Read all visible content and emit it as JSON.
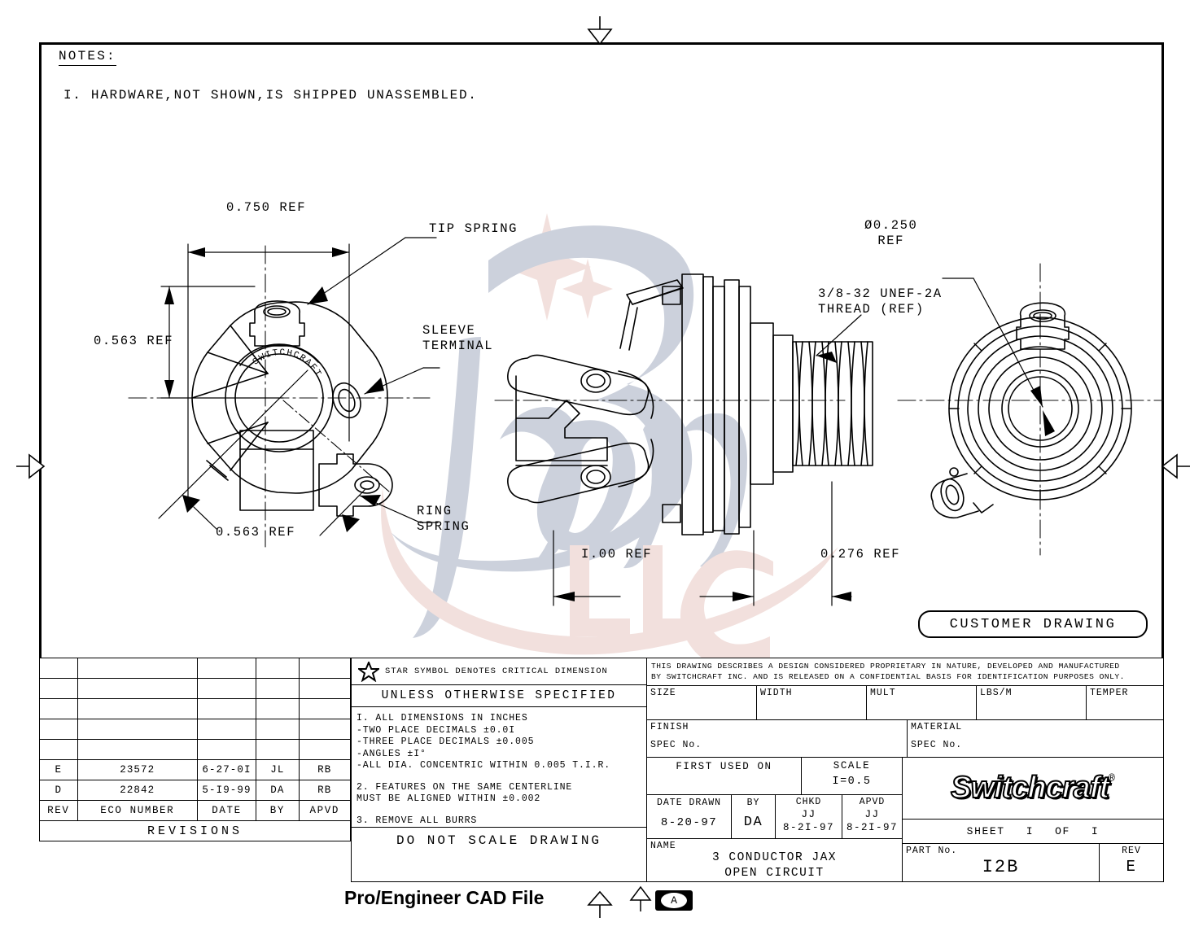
{
  "sheet": {
    "notes_heading": "NOTES:",
    "notes": [
      "I. HARDWARE,NOT SHOWN,IS SHIPPED UNASSEMBLED."
    ],
    "customer_stamp": "CUSTOMER DRAWING",
    "footer_label": "Pro/Engineer CAD File",
    "zone_letter": "A"
  },
  "dimensions": {
    "d_width_top": "0.750 REF",
    "d_height_left": "0.563 REF",
    "d_across_flats": "0.563 REF",
    "d_length": "I.00 REF",
    "d_thread_len": "0.276 REF",
    "d_bore_dia": "Ø0.250\nREF",
    "thread_callout": "3/8-32 UNEF-2A\nTHREAD (REF)"
  },
  "callouts": {
    "tip_spring": "TIP SPRING",
    "sleeve_terminal": "SLEEVE\nTERMINAL",
    "ring_spring": "RING\nSPRING",
    "body_brand": "SWITCHCRAFT"
  },
  "revisions": {
    "title": "REVISIONS",
    "headers": [
      "REV",
      "ECO NUMBER",
      "DATE",
      "BY",
      "APVD"
    ],
    "rows": [
      [
        "",
        "",
        "",
        "",
        ""
      ],
      [
        "",
        "",
        "",
        "",
        ""
      ],
      [
        "",
        "",
        "",
        "",
        ""
      ],
      [
        "",
        "",
        "",
        "",
        ""
      ],
      [
        "",
        "",
        "",
        "",
        ""
      ],
      [
        "E",
        "23572",
        "6-27-0I",
        "JL",
        "RB"
      ],
      [
        "D",
        "22842",
        "5-I9-99",
        "DA",
        "RB"
      ]
    ]
  },
  "tolerance_block": {
    "star_caption": "STAR SYMBOL DENOTES CRITICAL DIMENSION",
    "heading": "UNLESS OTHERWISE SPECIFIED",
    "lines": [
      "I. ALL DIMENSIONS IN INCHES",
      "   -TWO PLACE DECIMALS      ±0.0I",
      "   -THREE PLACE DECIMALS    ±0.005",
      "   -ANGLES                  ±I°",
      "   -ALL DIA. CONCENTRIC WITHIN 0.005 T.I.R.",
      "",
      "2. FEATURES ON THE SAME CENTERLINE",
      "   MUST BE ALIGNED WITHIN ±0.002",
      "",
      "3. REMOVE ALL BURRS"
    ],
    "do_not_scale": "DO NOT SCALE DRAWING"
  },
  "title_block": {
    "proprietary_note": "THIS DRAWING DESCRIBES A DESIGN CONSIDERED PROPRIETARY IN NATURE, DEVELOPED AND MANUFACTURED\nBY SWITCHCRAFT INC. AND IS RELEASED ON A CONFIDENTIAL BASIS FOR IDENTIFICATION PURPOSES ONLY.",
    "size_label": "SIZE",
    "size_value": "",
    "width_label": "WIDTH",
    "width_value": "",
    "mult_label": "MULT",
    "mult_value": "",
    "lbsm_label": "LBS/M",
    "lbsm_value": "",
    "temper_label": "TEMPER",
    "temper_value": "",
    "finish_label": "FINISH",
    "finish_spec_label": "SPEC No.",
    "material_label": "MATERIAL",
    "material_spec_label": "SPEC No.",
    "first_used_on_label": "FIRST USED ON",
    "first_used_on_value": "",
    "scale_label": "SCALE",
    "scale_value": "I=0.5",
    "date_drawn_label": "DATE DRAWN",
    "date_drawn_value": "8-20-97",
    "by_label": "BY",
    "by_value": "DA",
    "chkd_label": "CHKD",
    "chkd_value": "JJ\n8-2I-97",
    "apvd_label": "APVD",
    "apvd_value": "JJ\n8-2I-97",
    "name_label": "NAME",
    "name_value": "3 CONDUCTOR JAX\nOPEN CIRCUIT",
    "part_no_label": "PART No.",
    "part_no_value": "I2B",
    "rev_label": "REV",
    "rev_value": "E",
    "sheet_label": "SHEET",
    "sheet_num": "I",
    "of_label": "OF",
    "sheet_total": "I",
    "brand": "Switchcraft",
    "brand_mark": "®"
  },
  "colors": {
    "line": "#000000",
    "watermark_blue": "#ccd1dc",
    "watermark_pink": "#f2e0dd",
    "paper": "#ffffff"
  }
}
